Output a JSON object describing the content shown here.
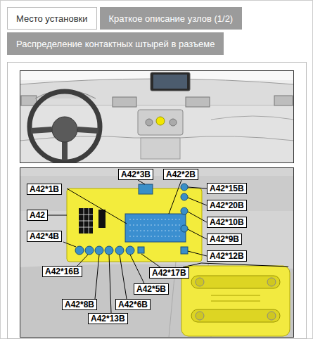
{
  "diagram": {
    "nodes": [
      {
        "text": [
          "Место установки"
        ]
      },
      {
        "text": [
          "Краткое описание узлов (1/2)"
        ]
      },
      {
        "text": [
          "Распределение контактных штырей в разъеме"
        ]
      }
    ],
    "labels": [
      "A42*3B",
      "A42*2B",
      "A42*1B",
      "A42*15B",
      "A42*20B",
      "A42",
      "A42*10B",
      "A42*4B",
      "A42*9B",
      "A42*12B",
      "A42*16B",
      "A42*17B",
      "A42*5B",
      "A42*8B",
      "A42*6B",
      "A42*13B"
    ]
  }
}
